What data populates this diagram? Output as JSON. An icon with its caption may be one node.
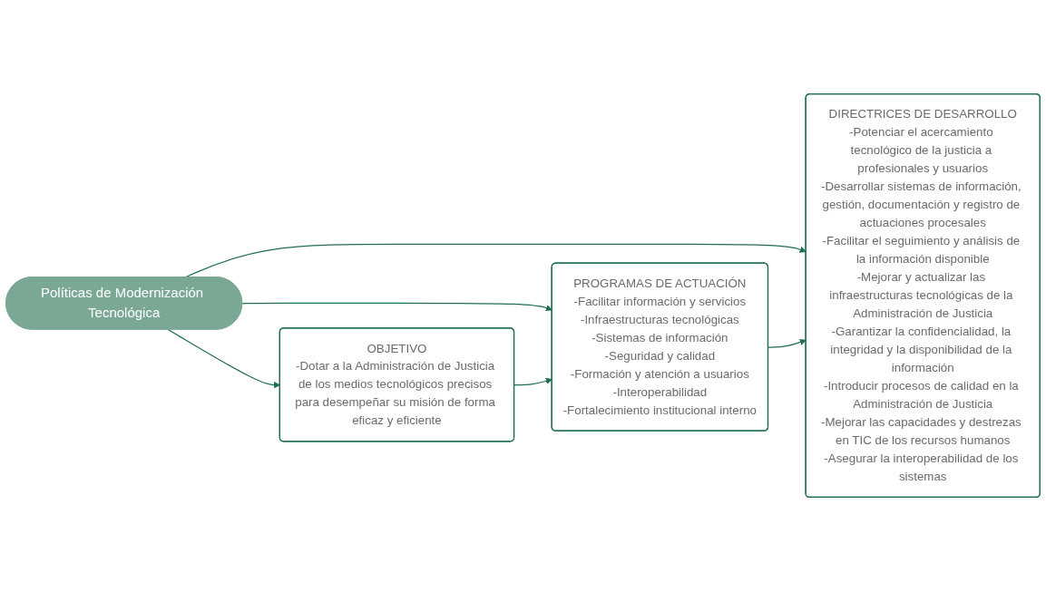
{
  "diagram": {
    "nodes": [
      {
        "text": [
          "Políticas de Modernización Tecnológica"
        ]
      },
      {
        "text": [
          "OBJETIVO",
          "-Dotar a la Administración de Justicia de los medios tecnológicos precisos para desempeñar su misión de forma eficaz y eficiente"
        ]
      },
      {
        "text": [
          "PROGRAMAS DE ACTUACIÓN",
          "-Facilitar información y servicios",
          "-Infraestructuras tecnológicas",
          "-Sistemas de información",
          "-Seguridad y calidad",
          "-Formación y atención a usuarios",
          "-Interoperabilidad",
          "-Fortalecimiento institucional interno"
        ]
      },
      {
        "text": [
          "DIRECTRICES DE DESARROLLO",
          "-Potenciar el acercamiento tecnológico de la justicia a profesionales y usuarios",
          "-Desarrollar sistemas de información, gestión, documentación y registro de actuaciones procesales",
          "-Facilitar el seguimiento y análisis de la información disponible",
          "-Mejorar y actualizar las infraestructuras tecnológicas de la Administración de Justicia",
          "-Garantizar la confidencialidad, la integridad y la disponibilidad de la información",
          "-Introducir procesos de calidad en la Administración de Justicia",
          "-Mejorar las capacidades y destrezas en TIC de los recursos humanos",
          "-Asegurar la interoperabilidad de los sistemas"
        ]
      }
    ],
    "edges": [
      {
        "from": 0,
        "to": 1,
        "arrow": "to"
      },
      {
        "from": 0,
        "to": 2,
        "arrow": "to"
      },
      {
        "from": 0,
        "to": 3,
        "arrow": "to"
      },
      {
        "from": 1,
        "to": 2,
        "arrow": "to"
      },
      {
        "from": 2,
        "to": 3,
        "arrow": "to"
      }
    ]
  }
}
